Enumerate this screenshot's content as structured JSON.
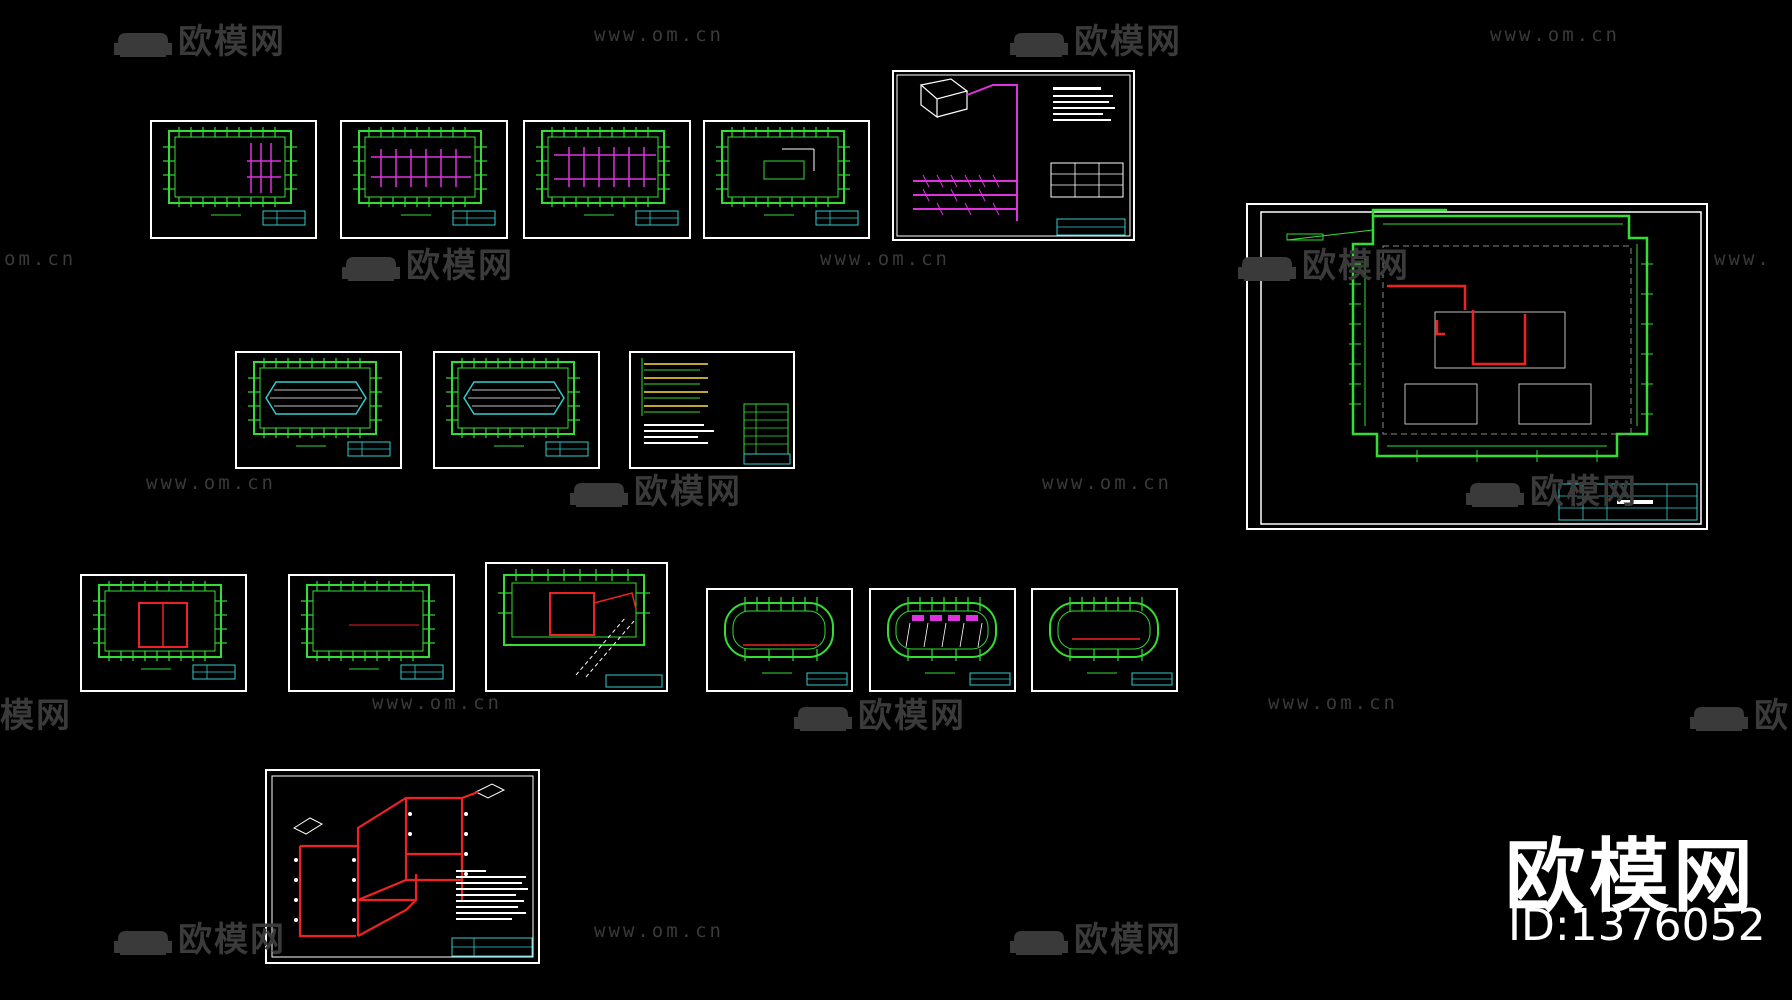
{
  "watermark": {
    "brand_text": "欧模网",
    "url_text": "www.om.cn",
    "url_partial_left": "om.cn",
    "url_partial_right": "www.",
    "brand_partial_left": "模网",
    "brand_partial_right": "欧",
    "icon": "sofa-icon"
  },
  "brand_overlay": {
    "title": "欧模网",
    "id_text": "ID:1376052"
  },
  "colors": {
    "background": "#000000",
    "sheet_border": "#ffffff",
    "wall": "#33dd33",
    "pipe_red": "#ee2222",
    "pipe_magenta": "#dd33dd",
    "pipe_cyan": "#33cccc",
    "watermark": "#3a3a3a"
  },
  "sheets": {
    "row1": [
      "floor-plan-sheet",
      "floor-plan-sheet",
      "floor-plan-sheet",
      "floor-plan-sheet",
      "pipe-isometric-sheet"
    ],
    "row2": [
      "floor-plan-sheet",
      "floor-plan-sheet",
      "legend-sheet"
    ],
    "row3": [
      "floor-plan-sheet",
      "floor-plan-sheet",
      "floor-plan-sheet",
      "floor-plan-sheet",
      "floor-plan-sheet",
      "floor-plan-sheet"
    ],
    "row4": [
      "fire-pipe-isometric-sheet"
    ],
    "large": "site-plan-sheet"
  }
}
